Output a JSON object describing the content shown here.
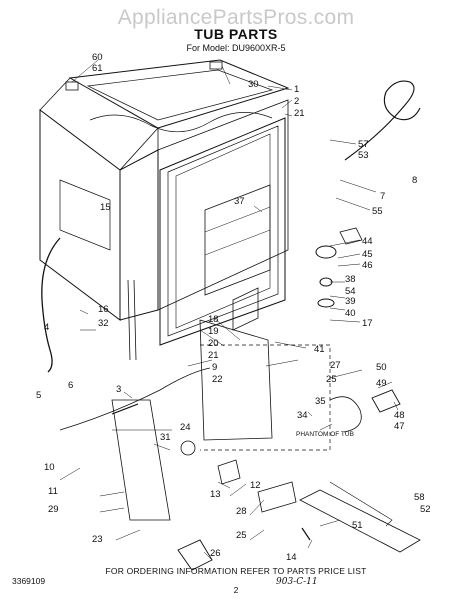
{
  "watermark": "AppliancePartsPros.com",
  "title": "TUB PARTS",
  "subtitle": "For Model: DU9600XR-5",
  "phantom_label": "PHANTOM OF TUB",
  "footer": "FOR ORDERING INFORMATION REFER TO PARTS PRICE LIST",
  "doc_number": "3369109",
  "page_number": "2",
  "handwritten_note": "903-C-11",
  "callouts": [
    "60",
    "61",
    "30",
    "1",
    "2",
    "21",
    "57",
    "53",
    "8",
    "7",
    "55",
    "15",
    "37",
    "44",
    "45",
    "46",
    "38",
    "54",
    "39",
    "40",
    "17",
    "16",
    "32",
    "4",
    "18",
    "19",
    "20",
    "21",
    "9",
    "22",
    "41",
    "27",
    "25",
    "50",
    "49",
    "48",
    "47",
    "6",
    "5",
    "3",
    "34",
    "35",
    "24",
    "31",
    "10",
    "11",
    "13",
    "12",
    "28",
    "29",
    "23",
    "25",
    "26",
    "14",
    "51",
    "58",
    "52"
  ]
}
